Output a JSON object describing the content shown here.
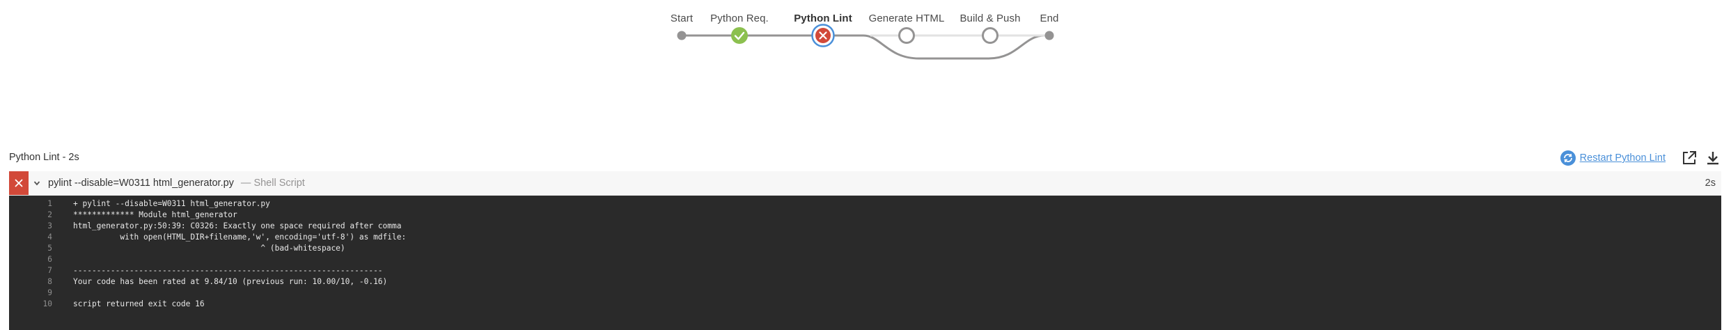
{
  "pipeline": {
    "stages": [
      {
        "label": "Start",
        "status": "start"
      },
      {
        "label": "Python Req.",
        "status": "success"
      },
      {
        "label": "Python Lint",
        "status": "failed",
        "active": true
      },
      {
        "label": "Generate HTML",
        "status": "not-run"
      },
      {
        "label": "Build & Push",
        "status": "not-run"
      },
      {
        "label": "End",
        "status": "end"
      }
    ]
  },
  "step_header": {
    "title": "Python Lint - 2s",
    "restart_label": "Restart Python Lint",
    "restart_icon": "restart-icon",
    "open_icon": "external-link-icon",
    "download_icon": "download-icon"
  },
  "step": {
    "status": "failed",
    "status_icon": "close-icon",
    "command": "pylint --disable=W0311 html_generator.py",
    "type": "— Shell Script",
    "duration": "2s"
  },
  "log": {
    "lines": [
      {
        "n": "1",
        "text": "+ pylint --disable=W0311 html_generator.py"
      },
      {
        "n": "2",
        "text": "************* Module html_generator"
      },
      {
        "n": "3",
        "text": "html_generator.py:50:39: C0326: Exactly one space required after comma"
      },
      {
        "n": "4",
        "text": "          with open(HTML_DIR+filename,'w', encoding='utf-8') as mdfile:"
      },
      {
        "n": "5",
        "text": "                                        ^ (bad-whitespace)"
      },
      {
        "n": "6",
        "text": ""
      },
      {
        "n": "7",
        "text": "------------------------------------------------------------------"
      },
      {
        "n": "8",
        "text": "Your code has been rated at 9.84/10 (previous run: 10.00/10, -0.16)"
      },
      {
        "n": "9",
        "text": ""
      },
      {
        "n": "10",
        "text": "script returned exit code 16"
      }
    ]
  },
  "colors": {
    "success": "#8cc04f",
    "failed": "#d24939",
    "active_ring": "#4a90d9",
    "link": "#4a90d9",
    "log_bg": "#2a2a2a"
  }
}
